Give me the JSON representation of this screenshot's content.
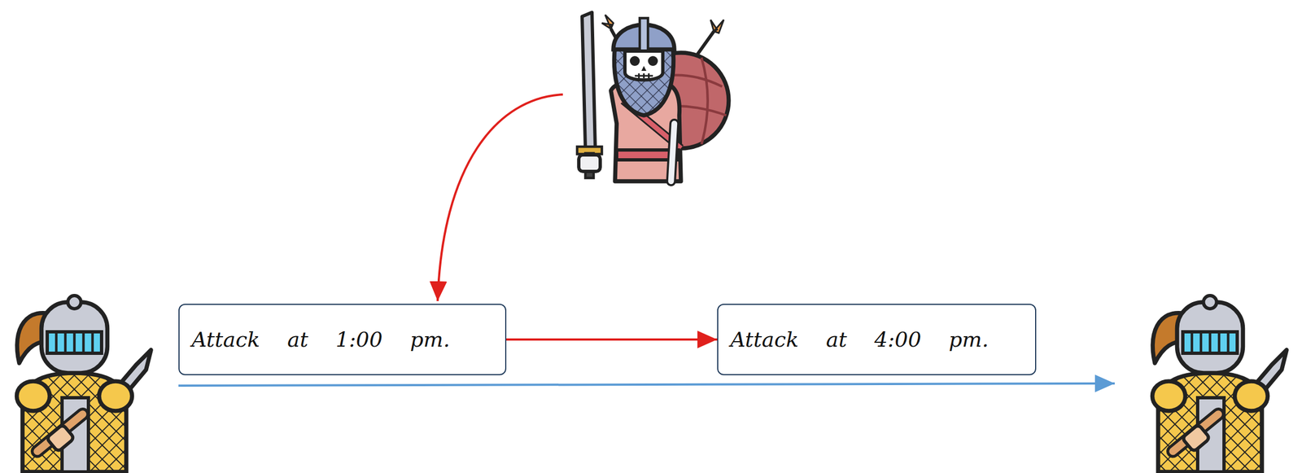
{
  "diagram": {
    "nodes": [
      {
        "text": [
          "Attack at 1:00 pm."
        ]
      },
      {
        "text": [
          "Attack at 4:00 pm."
        ]
      }
    ],
    "edges": [
      {
        "from": 0,
        "to": 1,
        "arrow": "to"
      }
    ]
  }
}
